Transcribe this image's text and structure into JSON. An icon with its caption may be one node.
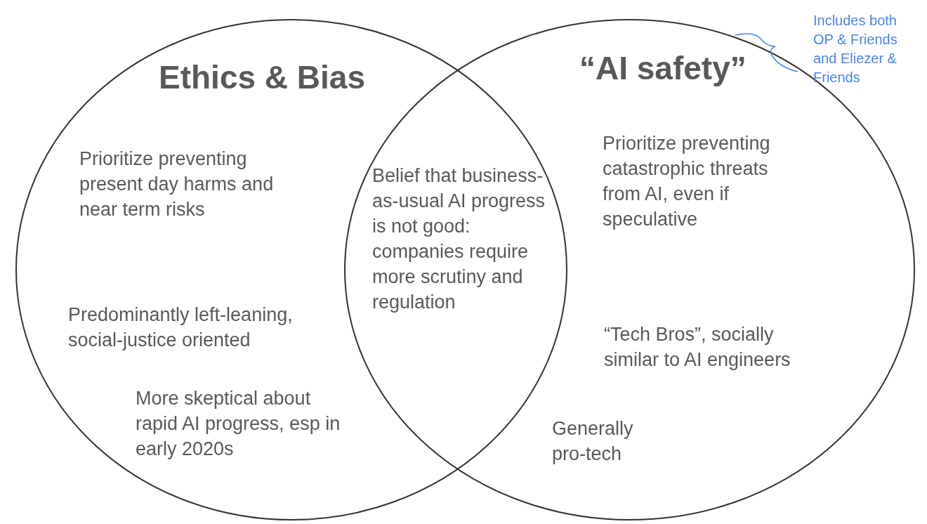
{
  "diagram": {
    "nodes": [
      {
        "text": [
          "Ethics & Bias",
          "Prioritize preventing present day harms and near term risks",
          "Predominantly left-leaning, social-justice oriented",
          "More skeptical about rapid AI progress, esp in early 2020s"
        ]
      },
      {
        "text": [
          "“AI safety”",
          "Prioritize preventing catastrophic threats from AI, even if speculative",
          "“Tech Bros”, socially similar to AI engineers",
          "Generally pro-tech"
        ]
      }
    ],
    "edges": [],
    "labels": [
      "Belief that business-as-usual AI progress is not good: companies require more scrutiny and regulation",
      "Includes both OP & Friends and Eliezer & Friends"
    ]
  }
}
